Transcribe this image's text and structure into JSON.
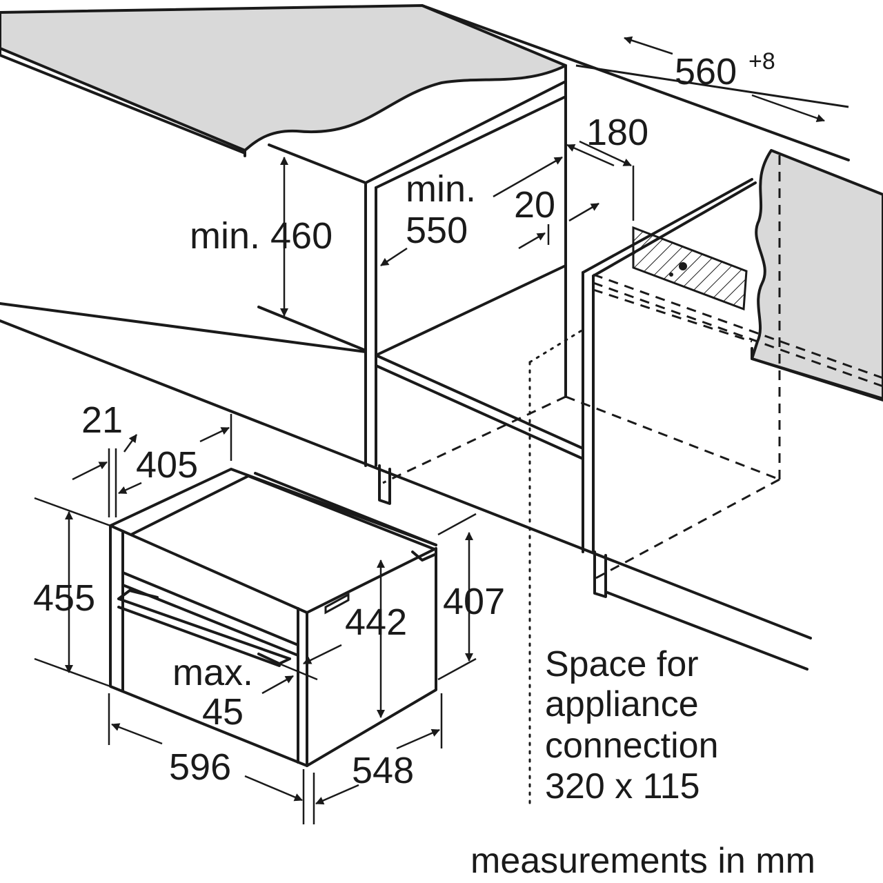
{
  "diagram": {
    "colors": {
      "line": "#1a1a1a",
      "panel": "#d9d9d9",
      "background": "#ffffff"
    },
    "niche": {
      "width_label": "560",
      "width_tolerance": "+8",
      "depth_label_line1": "min.",
      "depth_label_line2": "550",
      "height_label": "min. 460",
      "connection_offset": "180",
      "gap_label": "20"
    },
    "appliance": {
      "front_width": "596",
      "depth": "548",
      "front_height": "455",
      "body_height": "442",
      "rear_height": "407",
      "front_offset": "21",
      "top_depth": "405",
      "handle_line1": "max.",
      "handle_line2": "45"
    },
    "connection_note": [
      "Space for",
      "appliance",
      "connection",
      "320 x 115"
    ],
    "units_note": "measurements in mm"
  }
}
